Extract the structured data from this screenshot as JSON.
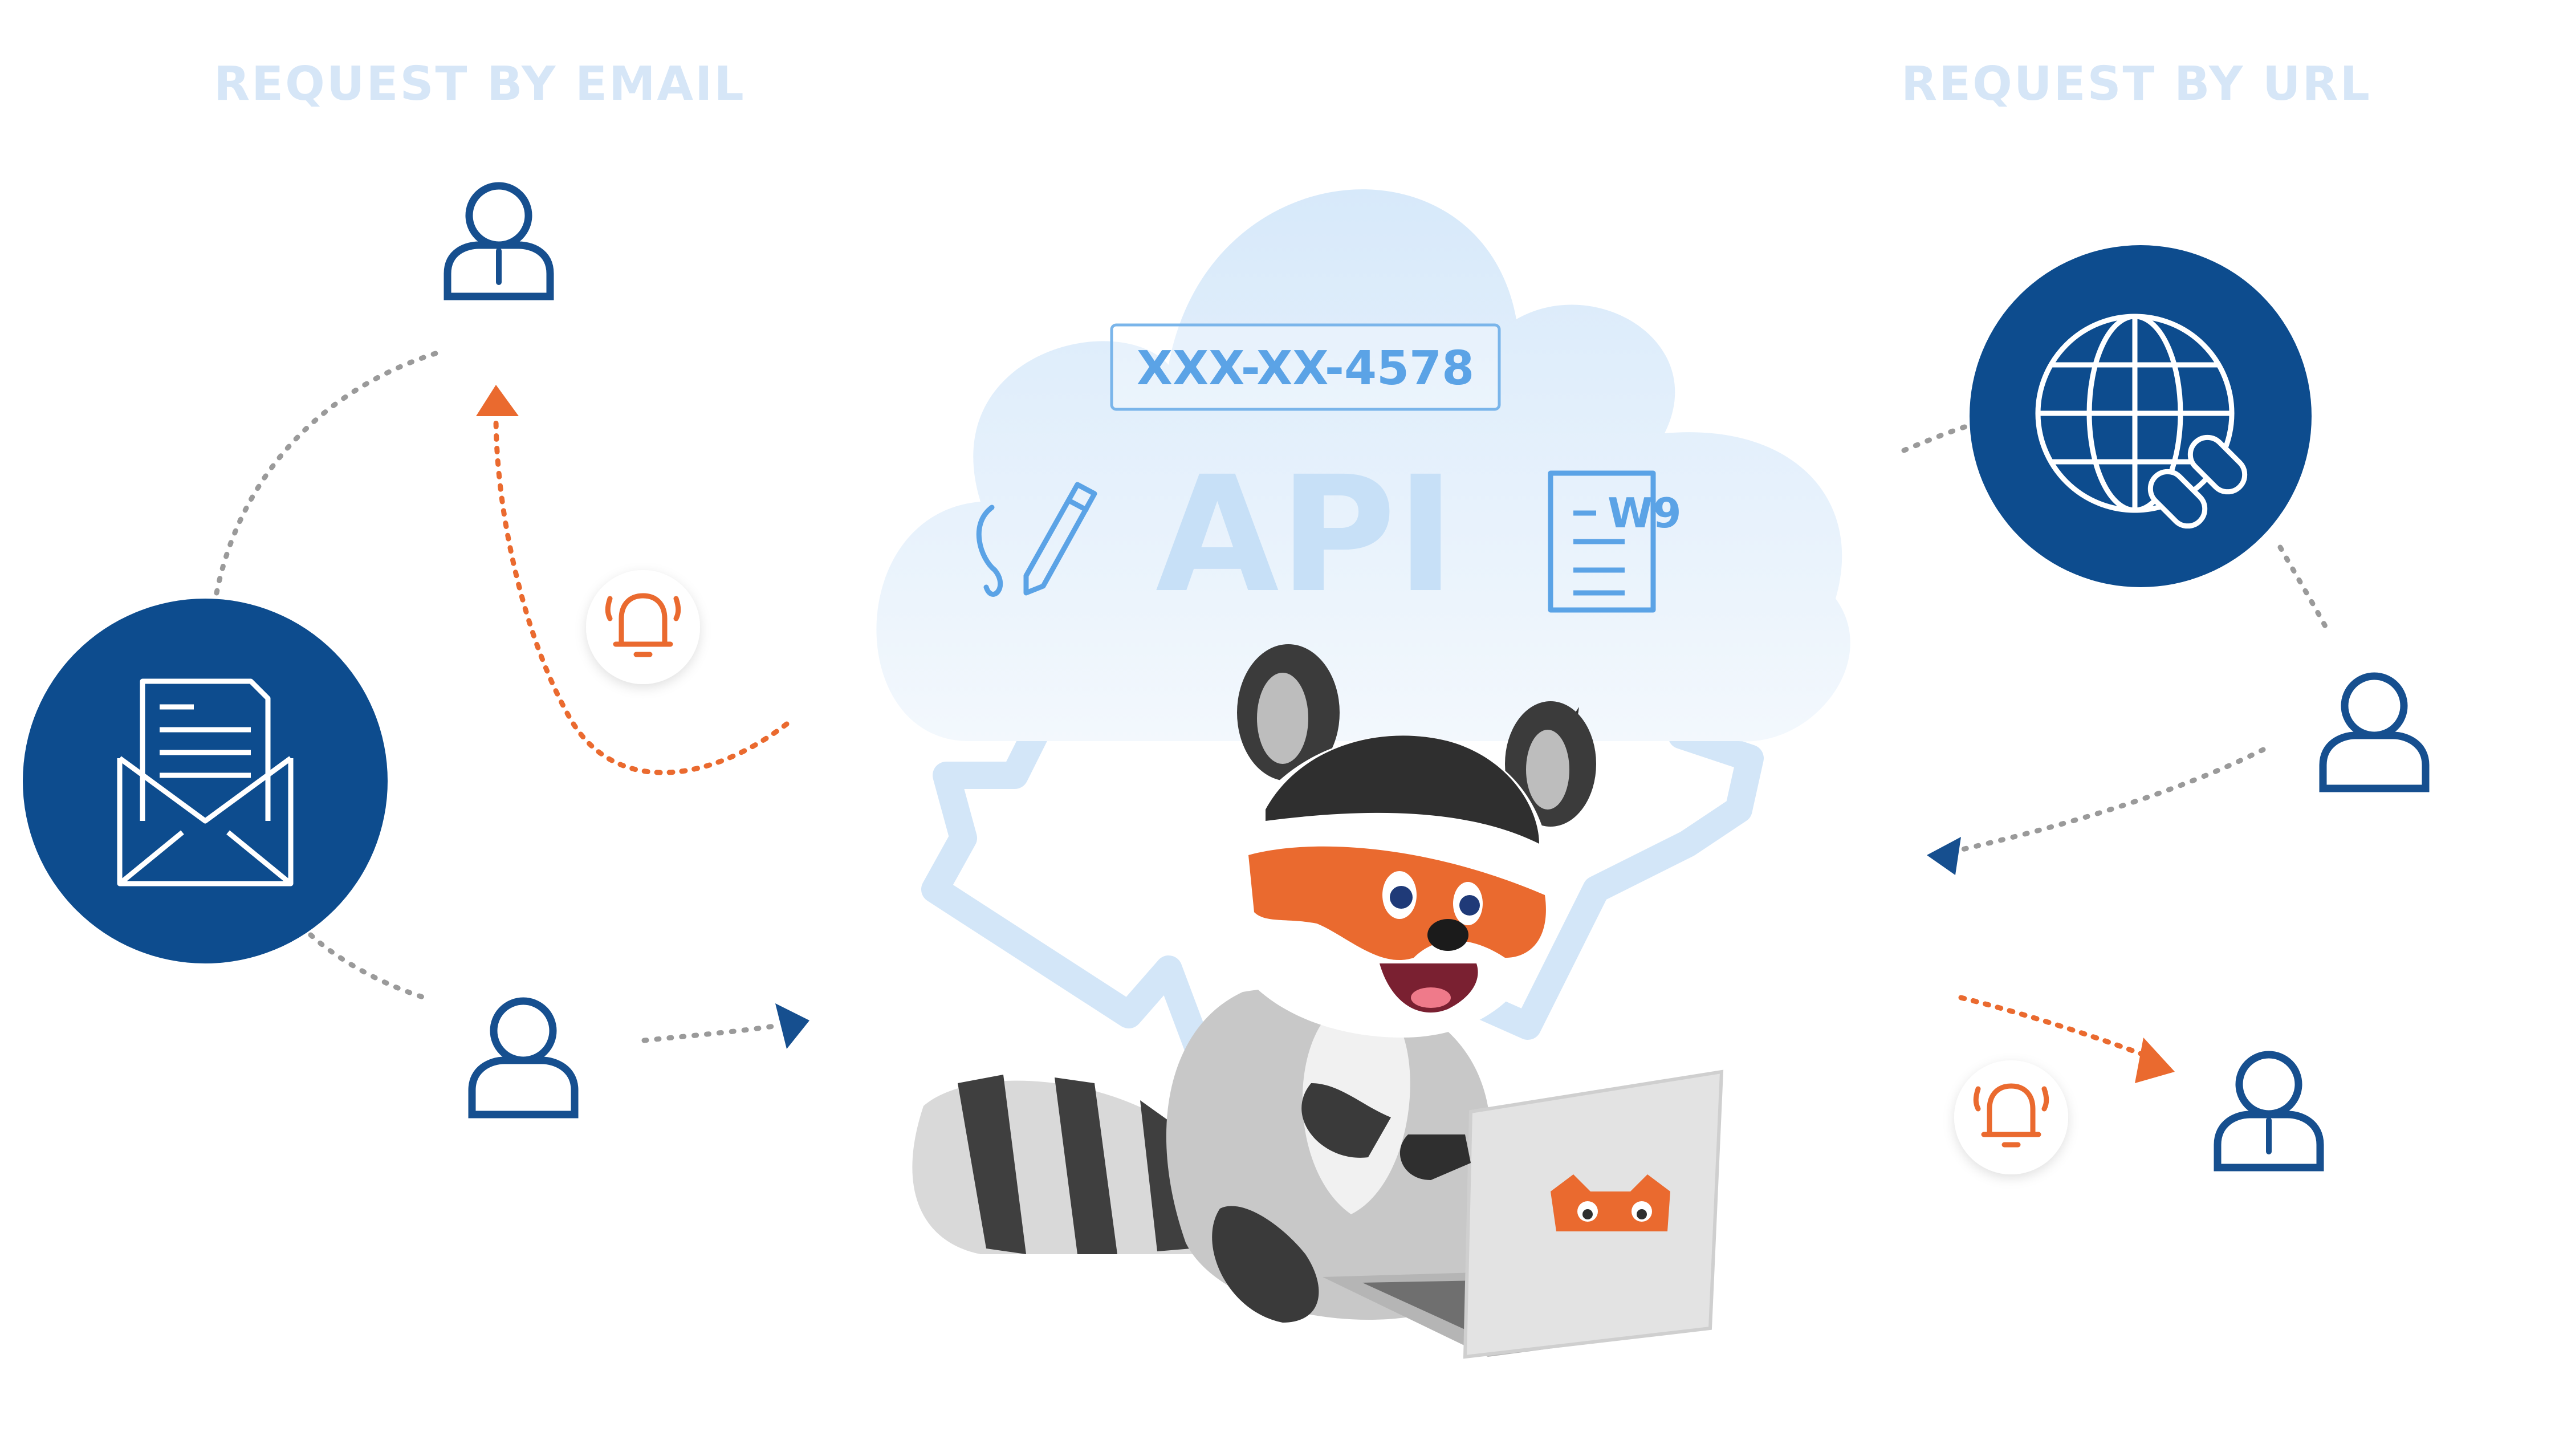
{
  "labels": {
    "email": "REQUEST BY EMAIL",
    "url": "REQUEST BY URL"
  },
  "cloud": {
    "ssn": "XXX-XX-4578",
    "api": "API",
    "form": "W9"
  },
  "colors": {
    "navy": "#0d4c8e",
    "light_blue": "#6aaee8",
    "cloud_fill": "#e9f3fc",
    "orange": "#ea6a2f",
    "gray_dots": "#9a9a9a",
    "label": "#d6e6f7"
  },
  "icons": {
    "email_circle": "envelope-document-icon",
    "url_circle": "globe-link-icon",
    "person": "person-icon",
    "person_tie": "person-tie-icon",
    "bell": "bell-icon",
    "signature": "pen-signature-icon",
    "document": "w9-document-icon",
    "gear": "gear-icon",
    "mascot": "raccoon-mascot"
  }
}
